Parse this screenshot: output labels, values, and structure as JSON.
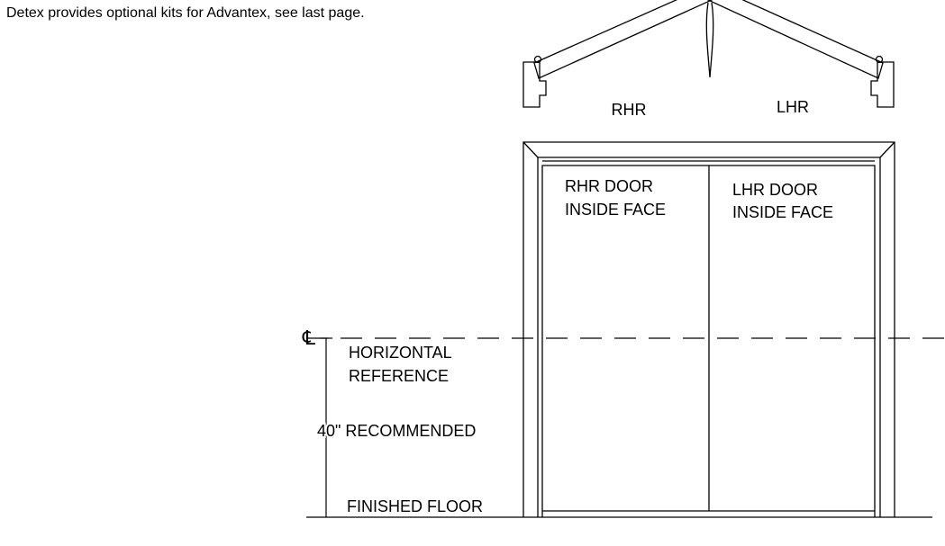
{
  "header_note": "Detex provides optional kits for Advantex, see last page.",
  "plan_view": {
    "left_label": "RHR",
    "right_label": "LHR"
  },
  "elevation": {
    "left_door_label_line1": "RHR DOOR",
    "left_door_label_line2": "INSIDE FACE",
    "right_door_label_line1": "LHR DOOR",
    "right_door_label_line2": "INSIDE FACE",
    "centerline_symbol": "℄",
    "reference_line1": "HORIZONTAL",
    "reference_line2": "REFERENCE",
    "recommended_label": "40\" RECOMMENDED",
    "floor_label": "FINISHED FLOOR"
  }
}
